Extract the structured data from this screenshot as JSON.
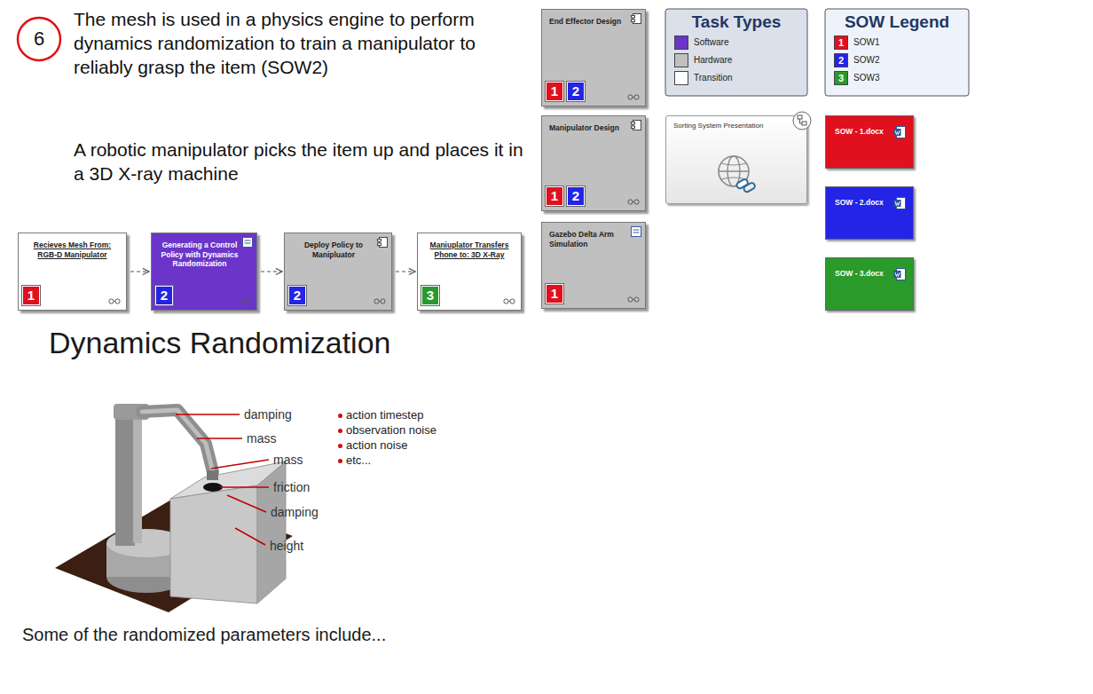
{
  "diagram": {
    "title": "Dynamics Randomization",
    "caption": "Some of the randomized parameters include...",
    "nodes": [
      {
        "text": [
          "Recieves Mesh From: RGB-D Manipulator",
          "1"
        ]
      },
      {
        "text": [
          "Generating a Control Policy with Dynamics Randomization",
          "2"
        ]
      },
      {
        "text": [
          "Deploy Policy to Manipluator",
          "2"
        ]
      },
      {
        "text": [
          "Maniuplator Transfers Phone to: 3D X-Ray",
          "3"
        ]
      },
      {
        "text": [
          "End Effector Design",
          "1",
          "2"
        ]
      },
      {
        "text": [
          "Manipulator Design",
          "1",
          "2"
        ]
      },
      {
        "text": [
          "Gazebo Delta Arm Simulation",
          "1"
        ]
      },
      {
        "text": [
          "Sorting System Presentation"
        ]
      },
      {
        "text": [
          "SOW - 1.docx"
        ]
      },
      {
        "text": [
          "SOW - 2.docx"
        ]
      },
      {
        "text": [
          "SOW - 3.docx"
        ]
      }
    ],
    "edges": [
      {
        "from": 0,
        "to": 1,
        "arrow": "to"
      },
      {
        "from": 1,
        "to": 2,
        "arrow": "to"
      },
      {
        "from": 2,
        "to": 3,
        "arrow": "to"
      }
    ],
    "labels": [
      "6",
      "The mesh is used in a physics engine to perform dynamics randomization to train a manipulator to reliably grasp the item (SOW2)",
      "A robotic manipulator picks the item up and places it in a 3D X-ray machine",
      "Task Types",
      "SOW Legend",
      "1",
      "2",
      "3",
      "damping",
      "mass",
      "mass",
      "friction",
      "damping",
      "height",
      "action timestep",
      "observation noise",
      "action noise",
      "etc..."
    ],
    "legend": [
      {
        "text": "Software",
        "color": "#6a35c8"
      },
      {
        "text": "Hardware",
        "color": "#c0c0c0"
      },
      {
        "text": "Transition",
        "color": "#ffffff"
      },
      {
        "text": "SOW1",
        "color": "#e0101e"
      },
      {
        "text": "SOW2",
        "color": "#2424e6"
      },
      {
        "text": "SOW3",
        "color": "#2a9a2a"
      }
    ]
  }
}
